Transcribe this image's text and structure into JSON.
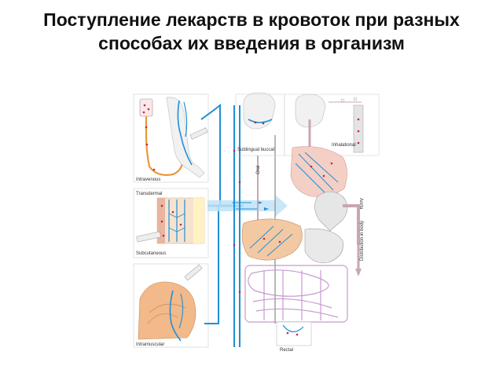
{
  "slide": {
    "title": "Поступление лекарств в кровоток при разных способах их введения в организм"
  },
  "diagram": {
    "labels": {
      "intravenous": "Intravenous",
      "transdermal": "Transdermal",
      "subcutaneous": "Subcutaneous",
      "intramuscular": "Intramuscular",
      "sublingual_buccal": "Sublingual buccal",
      "inhalational": "Inhalational",
      "oral": "Oral",
      "aorta": "Aorta",
      "distribution_in_body": "Distribution in body",
      "rectal": "Rectal"
    },
    "colors": {
      "venous": "#1f8fd6",
      "arterial": "#c8a6b4",
      "tissue": "#f2c9a3",
      "lung": "#f4cfc6",
      "drug": "#cc2244",
      "intestine": "#c79ad0"
    }
  }
}
